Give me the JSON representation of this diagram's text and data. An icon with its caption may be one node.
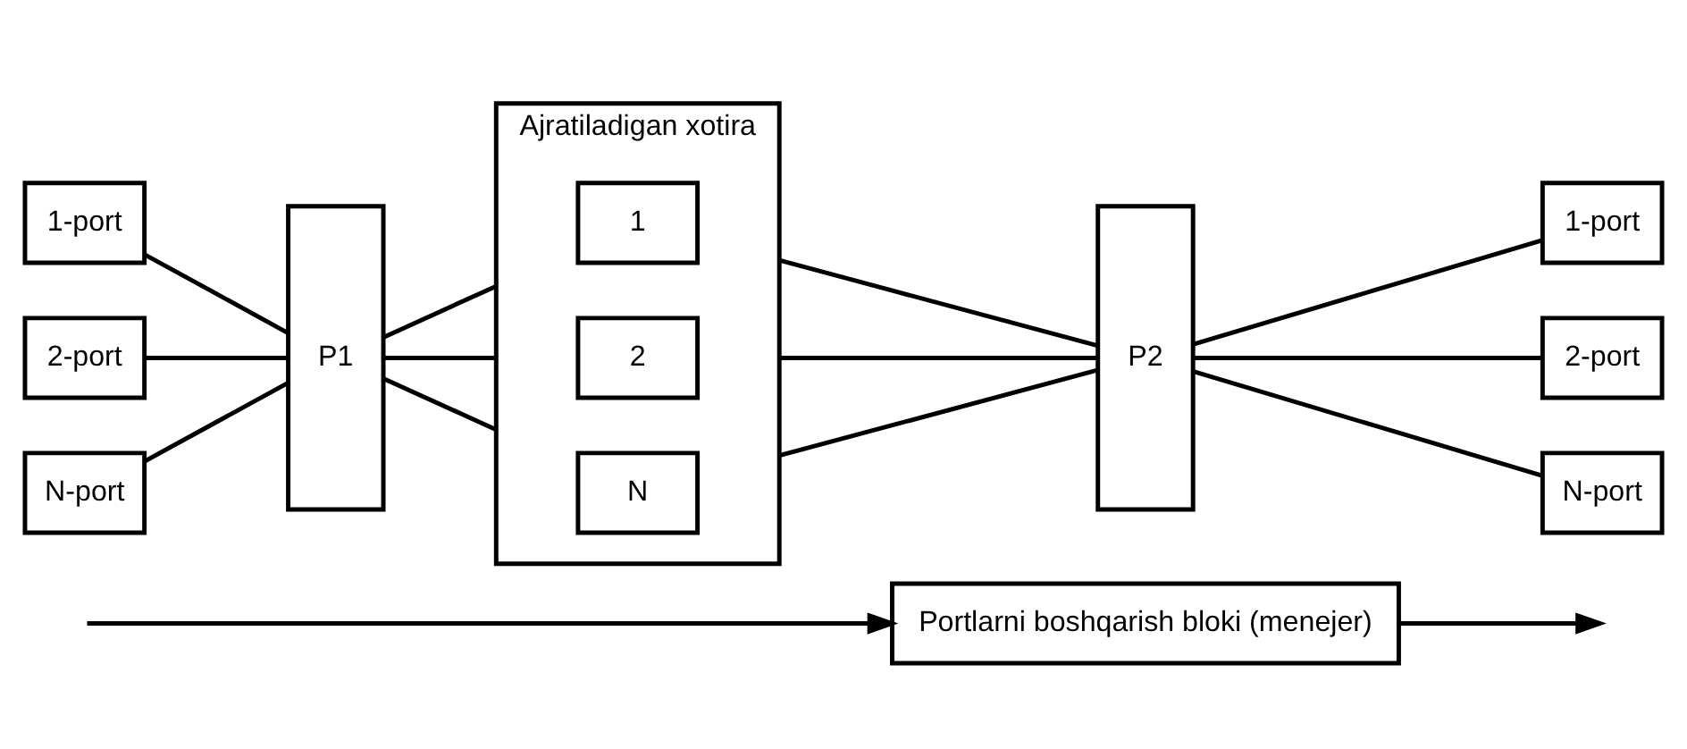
{
  "diagram": {
    "nodes": [
      {
        "text": [
          "Portlarni boshqarish bloki (menejer)"
        ]
      },
      {
        "text": [
          "1-port"
        ]
      },
      {
        "text": [
          "2-port"
        ]
      },
      {
        "text": [
          "N-port"
        ]
      },
      {
        "text": [
          "P1"
        ]
      },
      {
        "text": [
          "Ajratiladigan xotira"
        ]
      },
      {
        "text": [
          "1"
        ],
        "in": 5
      },
      {
        "text": [
          "2"
        ],
        "in": 5
      },
      {
        "text": [
          "N"
        ],
        "in": 5
      },
      {
        "text": [
          "P2"
        ]
      },
      {
        "text": [
          "1-port"
        ]
      },
      {
        "text": [
          "2-port"
        ]
      },
      {
        "text": [
          "N-port"
        ]
      }
    ],
    "edges": [
      {
        "from": null,
        "to": 0,
        "arrow": "to"
      },
      {
        "from": 0,
        "to": null,
        "arrow": "to"
      },
      {
        "from": 1,
        "to": 4,
        "arrow": "none"
      },
      {
        "from": 2,
        "to": 4,
        "arrow": "none"
      },
      {
        "from": 3,
        "to": 4,
        "arrow": "none"
      },
      {
        "from": 4,
        "to": 5,
        "arrow": "none"
      },
      {
        "from": 4,
        "to": 5,
        "arrow": "none"
      },
      {
        "from": 4,
        "to": 5,
        "arrow": "none"
      },
      {
        "from": 5,
        "to": 9,
        "arrow": "none"
      },
      {
        "from": 5,
        "to": 9,
        "arrow": "none"
      },
      {
        "from": 5,
        "to": 9,
        "arrow": "none"
      },
      {
        "from": 9,
        "to": 10,
        "arrow": "none"
      },
      {
        "from": 9,
        "to": 11,
        "arrow": "none"
      },
      {
        "from": 9,
        "to": 12,
        "arrow": "none"
      }
    ]
  }
}
